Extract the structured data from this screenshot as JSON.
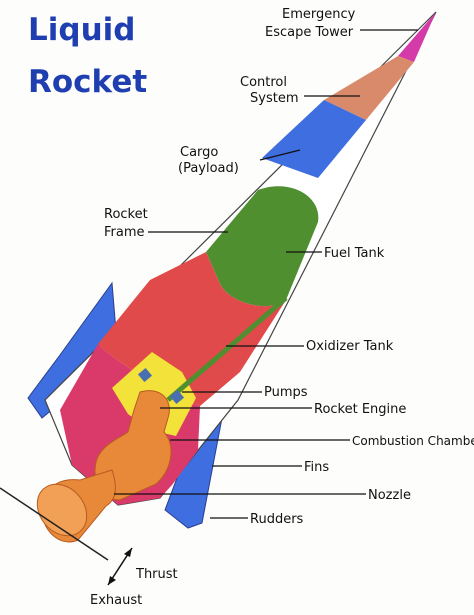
{
  "title": {
    "line1": "Liquid",
    "line2": "Rocket"
  },
  "labels": {
    "emergency_escape_tower": {
      "line1": "Emergency",
      "line2": "Escape Tower"
    },
    "control_system": {
      "line1": "Control",
      "line2": "System"
    },
    "cargo": {
      "line1": "Cargo",
      "line2": "(Payload)"
    },
    "rocket_frame": {
      "line1": "Rocket",
      "line2": "Frame"
    },
    "fuel_tank": "Fuel Tank",
    "oxidizer_tank": "Oxidizer Tank",
    "pumps": "Pumps",
    "rocket_engine": "Rocket Engine",
    "combustion_chamber": "Combustion Chamber",
    "fins": "Fins",
    "nozzle": "Nozzle",
    "rudders": "Rudders",
    "thrust": "Thrust",
    "exhaust": "Exhaust"
  },
  "colors": {
    "title": "#1f3fb0",
    "escape_tower": "#d43aa8",
    "control_system": "#d98a6a",
    "cargo": "#3f6ee0",
    "fuel_tank": "#4f8f2f",
    "oxidizer_tank": "#e04a4a",
    "pumps": "#f3e23a",
    "engine": "#e8893a",
    "fins": "#3f6ee0",
    "frame": "#ffffff"
  }
}
